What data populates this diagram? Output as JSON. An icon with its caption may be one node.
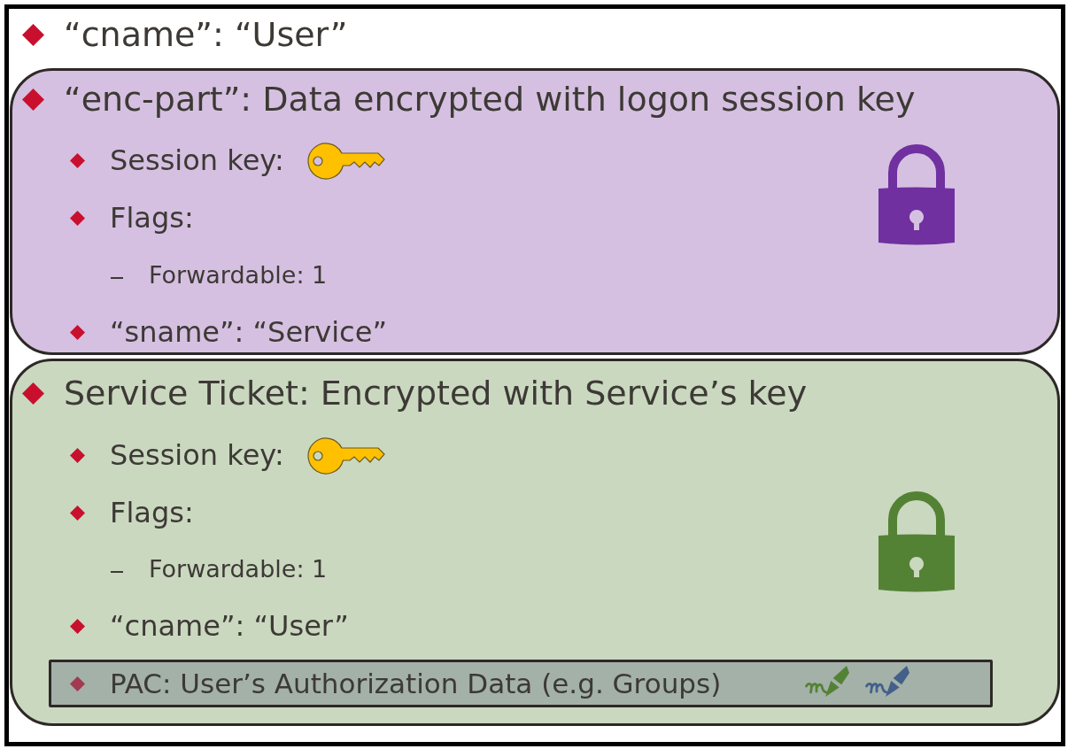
{
  "diagram": {
    "nodes": [
      {
        "text": [
          "“cname”: “User”"
        ]
      },
      {
        "text": [
          "“enc-part”: Data encrypted with logon session key",
          "Session key:",
          "Flags:",
          "Forwardable: 1",
          "“sname”: “Service”"
        ],
        "in": 0
      },
      {
        "text": [
          "Service Ticket: Encrypted with Service’s key",
          "Session key:",
          "Flags:",
          "Forwardable: 1",
          "“cname”: “User”"
        ],
        "in": 0
      },
      {
        "text": [
          "PAC: User’s Authorization Data (e.g. Groups)"
        ],
        "in": 2
      }
    ]
  }
}
